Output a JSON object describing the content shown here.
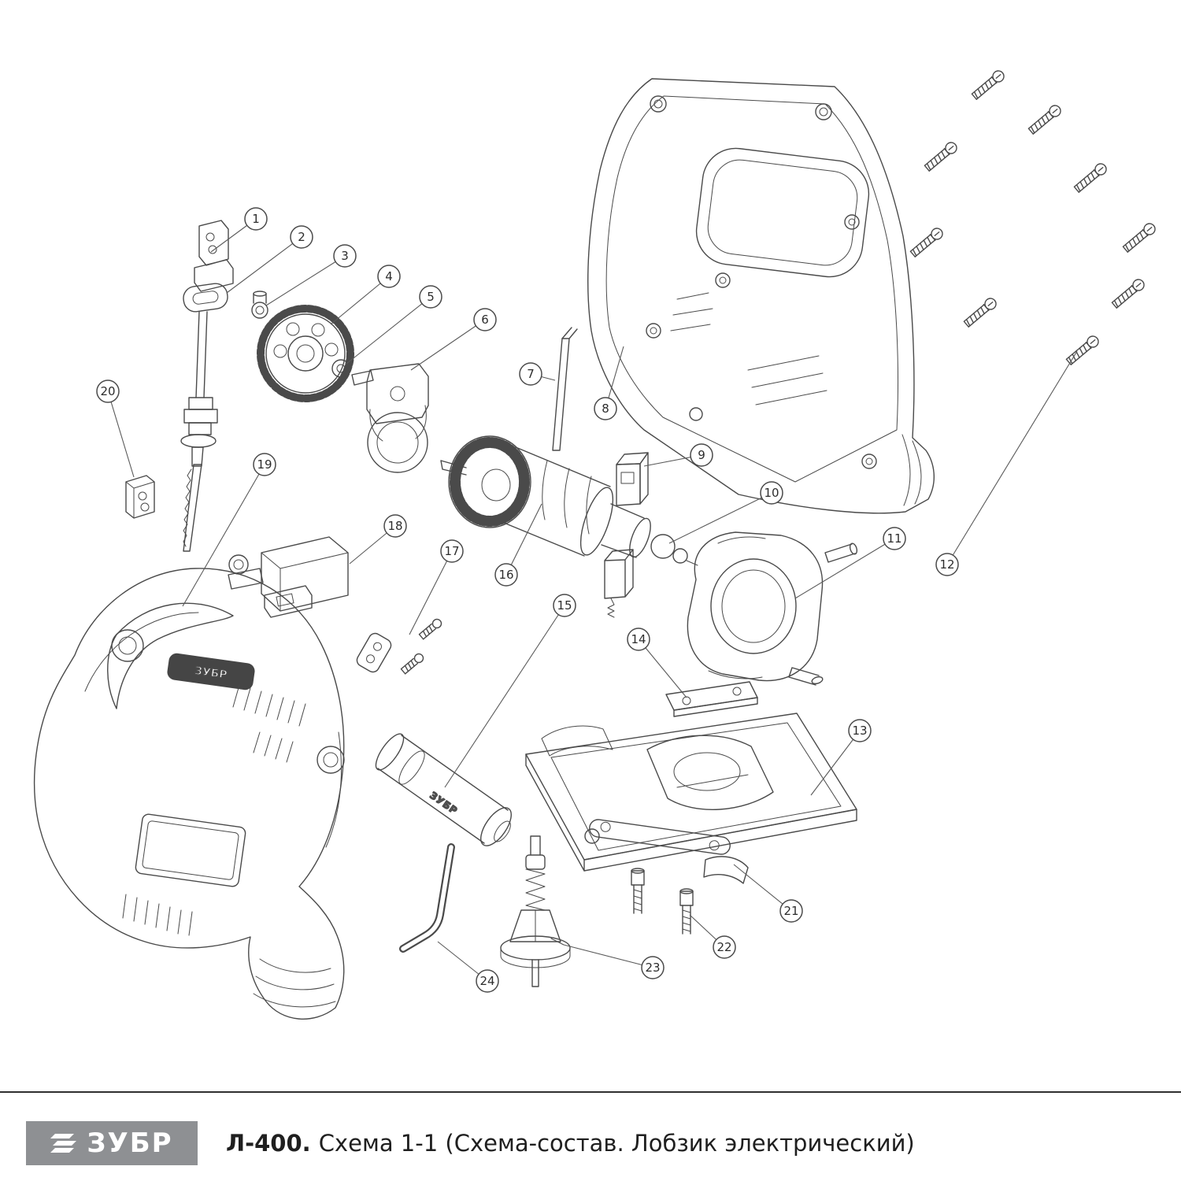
{
  "labels": {
    "brand": "ЗУБР"
  },
  "diagram": {
    "callouts": [
      "1",
      "2",
      "3",
      "4",
      "5",
      "6",
      "7",
      "8",
      "9",
      "10",
      "11",
      "12",
      "13",
      "14",
      "15",
      "16",
      "17",
      "18",
      "19",
      "20",
      "21",
      "22",
      "23",
      "24"
    ]
  },
  "footer": {
    "model": "Л-400.",
    "subtitle": "Схема 1-1 (Схема-состав. Лобзик электрический)"
  },
  "colors": {
    "line": "#4a4a4a",
    "logo_bg": "#8e9093"
  }
}
